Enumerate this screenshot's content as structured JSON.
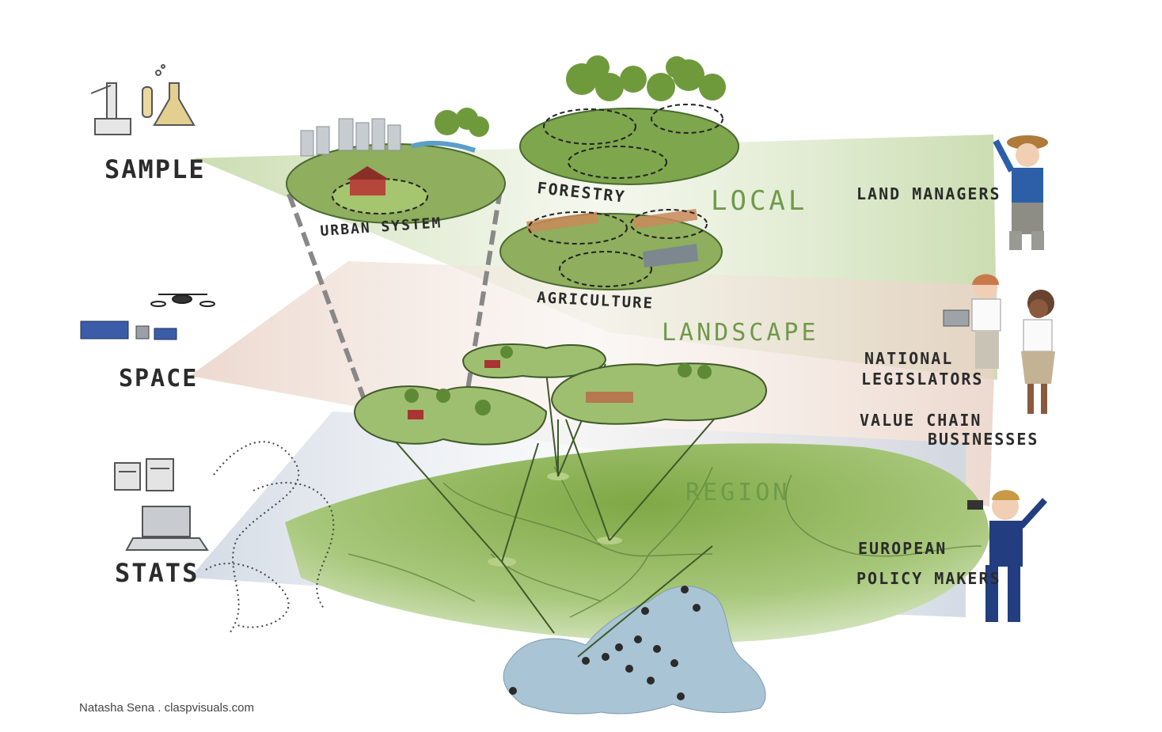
{
  "methods": {
    "sample": "SAMPLE",
    "space": "SPACE",
    "stats": "STATS"
  },
  "scales": {
    "local": "LOCAL",
    "landscape": "LANDSCAPE",
    "region": "REGION"
  },
  "systems": {
    "urban": "URBAN SYSTEM",
    "forestry": "FORESTRY",
    "agriculture": "AGRICULTURE"
  },
  "actors": {
    "land_managers": "LAND MANAGERS",
    "national_line1": "NATIONAL",
    "national_line2": "LEGISLATORS",
    "value_line1": "VALUE CHAIN",
    "value_line2": "BUSINESSES",
    "european_line1": "EUROPEAN",
    "european_line2": "POLICY MAKERS"
  },
  "credit": "Natasha Sena . claspvisuals.com",
  "colors": {
    "green_band": "#c9dbb0",
    "pink_band": "#ecd9cf",
    "blue_band": "#d8dee6",
    "land_green": "#8fb35a",
    "map_blue": "#a9c4d4",
    "scale_text": "#6f9a4a"
  }
}
